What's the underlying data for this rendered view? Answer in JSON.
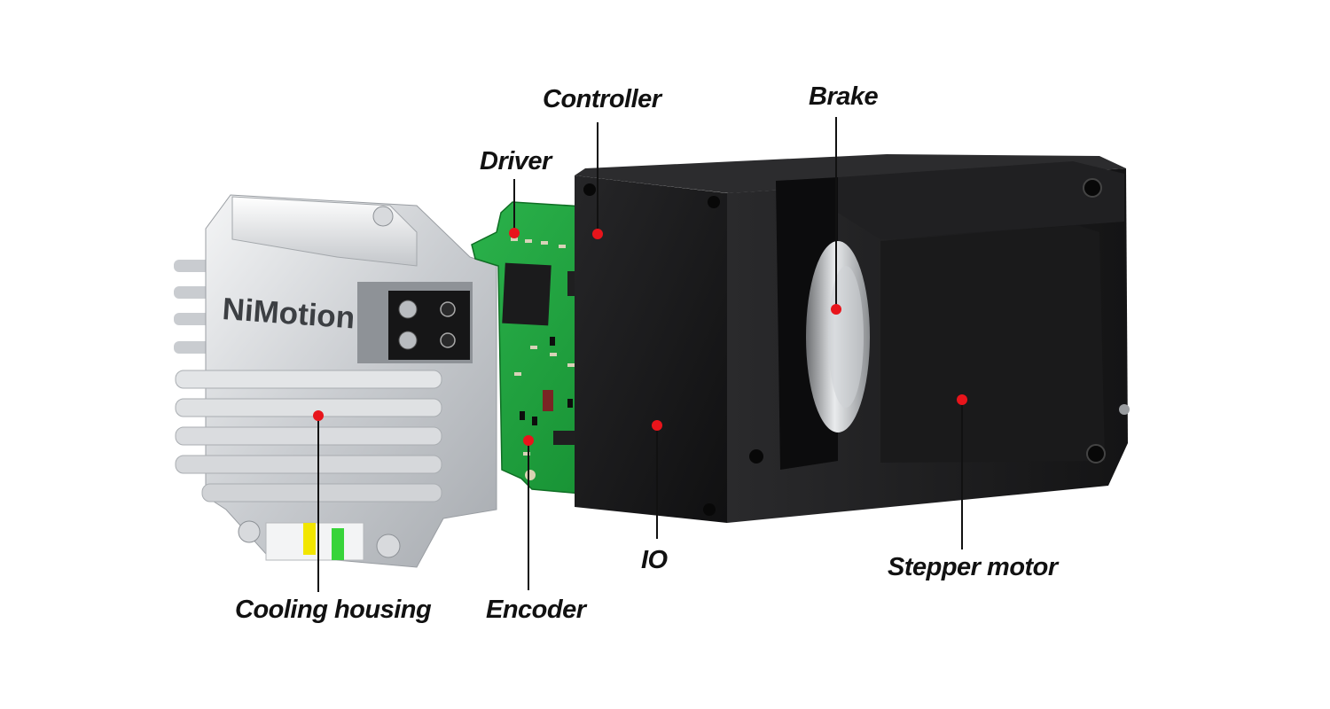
{
  "brand": {
    "text": "NiMotion"
  },
  "callouts": {
    "controller": "Controller",
    "brake": "Brake",
    "driver": "Driver",
    "io": "IO",
    "stepper_motor": "Stepper motor",
    "cooling_housing": "Cooling housing",
    "encoder": "Encoder"
  },
  "colors": {
    "marker": "#e8141b",
    "pcb": "#1f9e3a",
    "motor": "#1c1c1e",
    "housing": "#d6d8db",
    "led_yellow": "#f2e600",
    "led_green": "#38d43a"
  }
}
